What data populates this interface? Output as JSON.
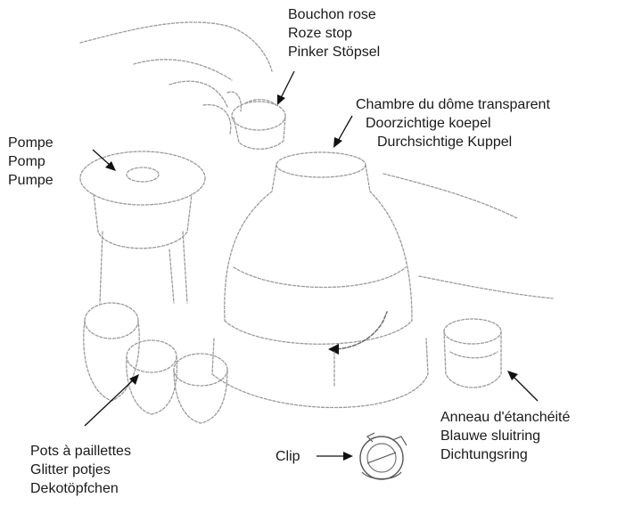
{
  "labels": {
    "stopper": [
      "Bouchon rose",
      "Roze stop",
      "Pinker Stöpsel"
    ],
    "dome": [
      "Chambre du dôme transparent",
      "Doorzichtige koepel",
      "Durchsichtige Kuppel"
    ],
    "pump": [
      "Pompe",
      "Pomp",
      "Pumpe"
    ],
    "glitter_pots": [
      "Pots à paillettes",
      "Glitter potjes",
      "Dekotöpfchen"
    ],
    "seal_ring": [
      "Anneau d'étanchéité",
      "Blauwe sluitring",
      "Dichtungsring"
    ],
    "clip": "Clip"
  }
}
